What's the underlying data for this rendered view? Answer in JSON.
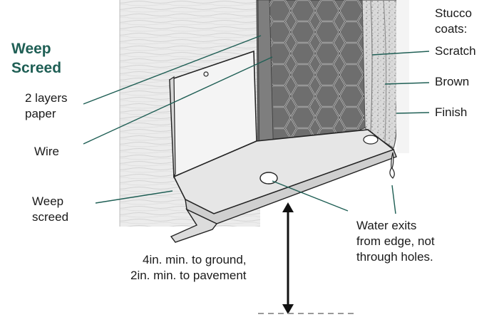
{
  "title": "Weep\nScreed",
  "labels": {
    "stucco_coats": "Stucco\ncoats:",
    "scratch": "Scratch",
    "brown": "Brown",
    "finish": "Finish",
    "paper": "2 layers\npaper",
    "wire": "Wire",
    "weep_screed": "Weep\nscreed",
    "water_exits": "Water exits\nfrom edge, not\nthrough holes.",
    "clearance": "4in. min. to ground,\n2in. min. to pavement"
  },
  "colors": {
    "title": "#1f5f55",
    "text": "#1a1a1a",
    "leader": "#1f5f55",
    "paper": "#6e6e6e",
    "wall": "#e9e9e9",
    "ground_line": "#9a9a9a"
  }
}
